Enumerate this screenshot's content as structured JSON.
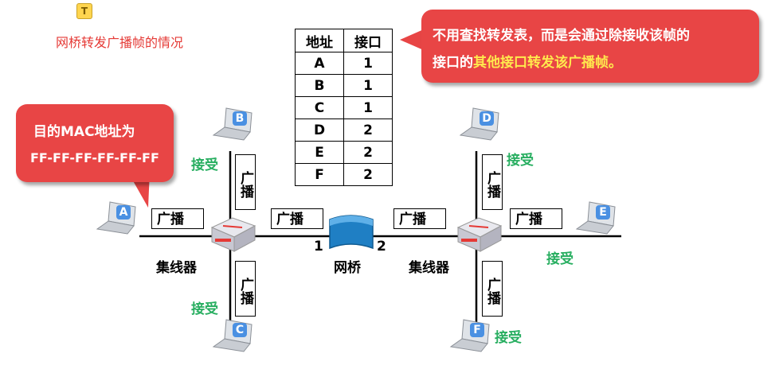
{
  "caption": "网桥转发广播帧的情况",
  "note_icon": "T",
  "callout_left": {
    "line1": "目的MAC地址为",
    "line2": "FF-FF-FF-FF-FF-FF"
  },
  "callout_right": {
    "line1": "不用查找转发表，而是会通过除接收该帧的",
    "line2_a": "接口的",
    "line2_b": "其他接口转发该广播帧。"
  },
  "table": {
    "headers": [
      "地址",
      "接口"
    ],
    "rows": [
      [
        "A",
        "1"
      ],
      [
        "B",
        "1"
      ],
      [
        "C",
        "1"
      ],
      [
        "D",
        "2"
      ],
      [
        "E",
        "2"
      ],
      [
        "F",
        "2"
      ]
    ]
  },
  "hosts": {
    "A": "A",
    "B": "B",
    "C": "C",
    "D": "D",
    "E": "E",
    "F": "F"
  },
  "labels": {
    "hub": "集线器",
    "bridge": "网桥",
    "port1": "1",
    "port2": "2",
    "broadcast": "广播",
    "receive": "接受"
  },
  "colors": {
    "callout": "#e84545",
    "highlight": "#ffe94d",
    "receive": "#27ae60",
    "laptop_badge": "#4a90e2",
    "bridge": "#1f7fc4"
  }
}
